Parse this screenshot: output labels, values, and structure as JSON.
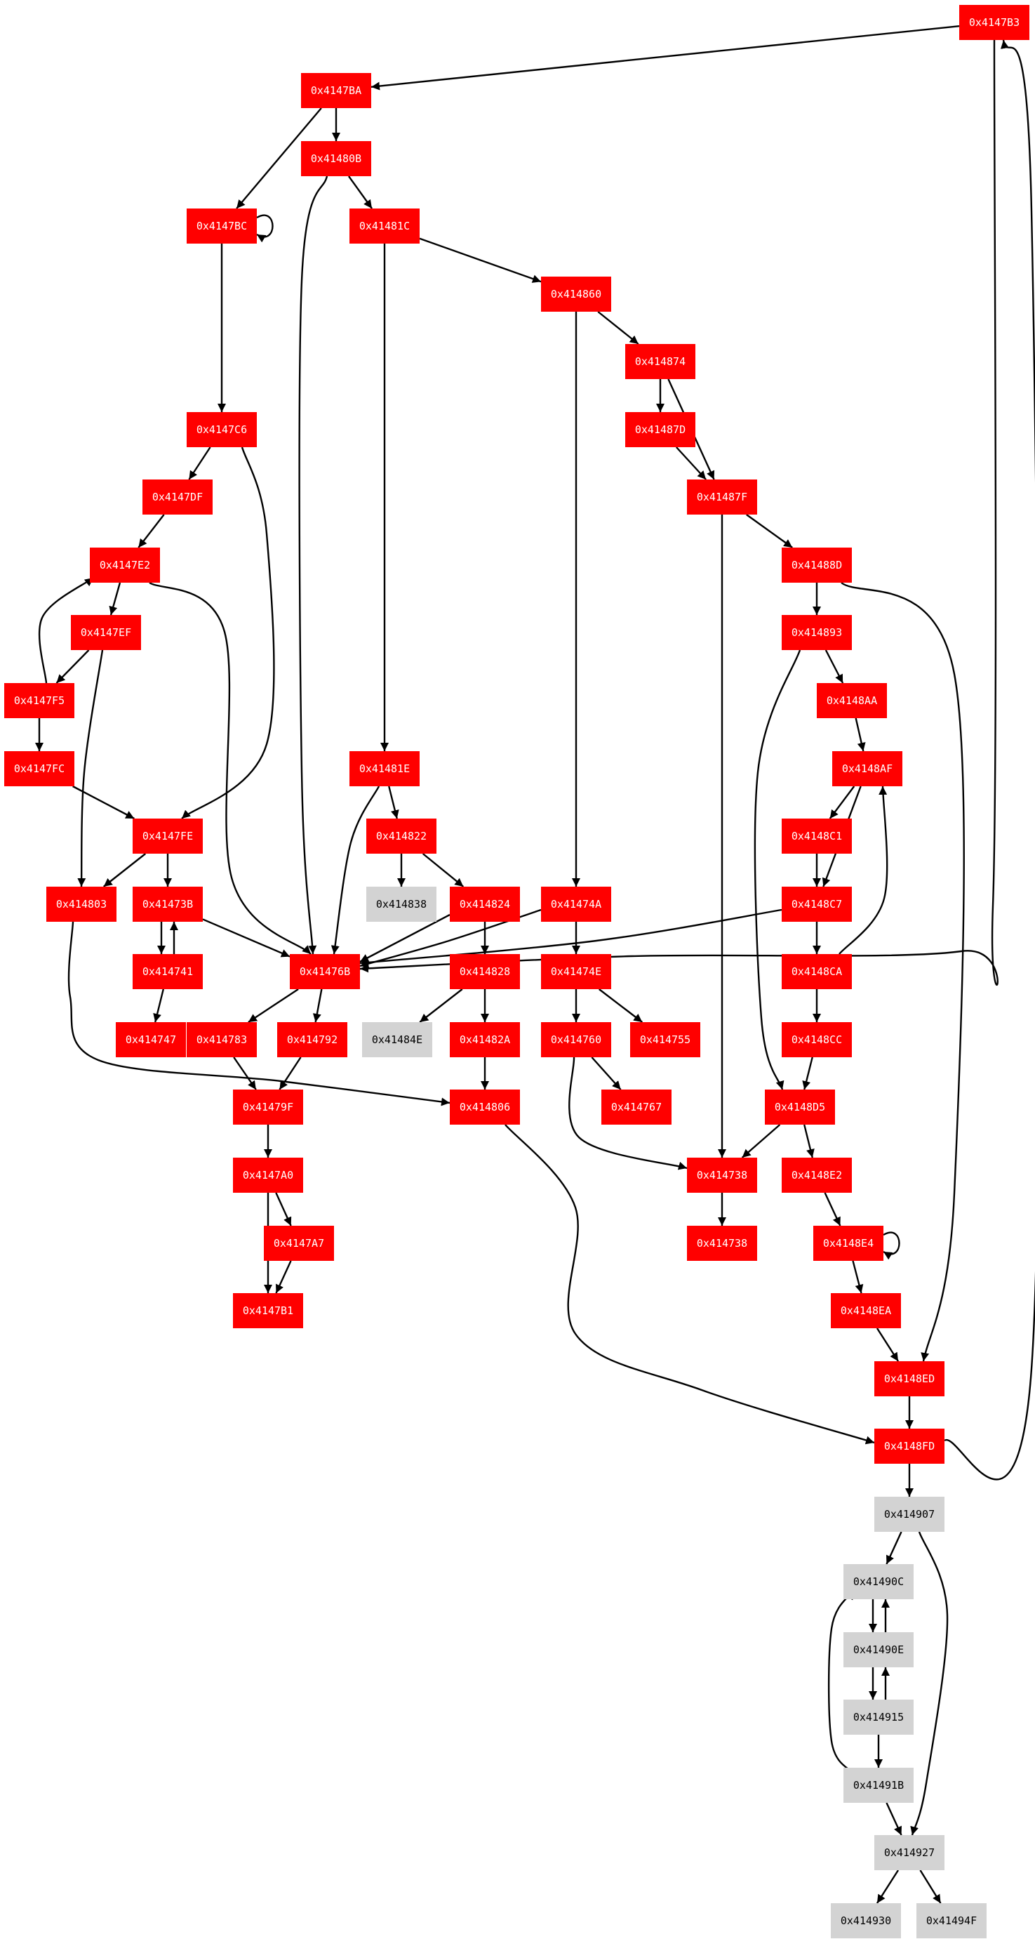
{
  "graph": {
    "nodes": [
      {
        "id": "0x4147B3",
        "label": "0x4147B3",
        "kind": "red"
      },
      {
        "id": "0x4147BA",
        "label": "0x4147BA",
        "kind": "red"
      },
      {
        "id": "0x41480B",
        "label": "0x41480B",
        "kind": "red"
      },
      {
        "id": "0x4147BC",
        "label": "0x4147BC",
        "kind": "red"
      },
      {
        "id": "0x41481C",
        "label": "0x41481C",
        "kind": "red"
      },
      {
        "id": "0x414860",
        "label": "0x414860",
        "kind": "red"
      },
      {
        "id": "0x414874",
        "label": "0x414874",
        "kind": "red"
      },
      {
        "id": "0x4147C6",
        "label": "0x4147C6",
        "kind": "red"
      },
      {
        "id": "0x41487D",
        "label": "0x41487D",
        "kind": "red"
      },
      {
        "id": "0x4147DF",
        "label": "0x4147DF",
        "kind": "red"
      },
      {
        "id": "0x41487F",
        "label": "0x41487F",
        "kind": "red"
      },
      {
        "id": "0x4147E2",
        "label": "0x4147E2",
        "kind": "red"
      },
      {
        "id": "0x41488D",
        "label": "0x41488D",
        "kind": "red"
      },
      {
        "id": "0x4147EF",
        "label": "0x4147EF",
        "kind": "red"
      },
      {
        "id": "0x414893",
        "label": "0x414893",
        "kind": "red"
      },
      {
        "id": "0x4147F5",
        "label": "0x4147F5",
        "kind": "red"
      },
      {
        "id": "0x4148AA",
        "label": "0x4148AA",
        "kind": "red"
      },
      {
        "id": "0x4147FC",
        "label": "0x4147FC",
        "kind": "red"
      },
      {
        "id": "0x41481E",
        "label": "0x41481E",
        "kind": "red"
      },
      {
        "id": "0x4148AF",
        "label": "0x4148AF",
        "kind": "red"
      },
      {
        "id": "0x4147FE",
        "label": "0x4147FE",
        "kind": "red"
      },
      {
        "id": "0x414822",
        "label": "0x414822",
        "kind": "red"
      },
      {
        "id": "0x4148C1",
        "label": "0x4148C1",
        "kind": "red"
      },
      {
        "id": "0x414803",
        "label": "0x414803",
        "kind": "red"
      },
      {
        "id": "0x41473B",
        "label": "0x41473B",
        "kind": "red"
      },
      {
        "id": "0x414838",
        "label": "0x414838",
        "kind": "gray"
      },
      {
        "id": "0x414824",
        "label": "0x414824",
        "kind": "red"
      },
      {
        "id": "0x41474A",
        "label": "0x41474A",
        "kind": "red"
      },
      {
        "id": "0x4148C7",
        "label": "0x4148C7",
        "kind": "red"
      },
      {
        "id": "0x414741",
        "label": "0x414741",
        "kind": "red"
      },
      {
        "id": "0x41476B",
        "label": "0x41476B",
        "kind": "red"
      },
      {
        "id": "0x414828",
        "label": "0x414828",
        "kind": "red"
      },
      {
        "id": "0x41474E",
        "label": "0x41474E",
        "kind": "red"
      },
      {
        "id": "0x4148CA",
        "label": "0x4148CA",
        "kind": "red"
      },
      {
        "id": "0x414747",
        "label": "0x414747",
        "kind": "red"
      },
      {
        "id": "0x414783",
        "label": "0x414783",
        "kind": "red"
      },
      {
        "id": "0x414792",
        "label": "0x414792",
        "kind": "red"
      },
      {
        "id": "0x41484E",
        "label": "0x41484E",
        "kind": "gray"
      },
      {
        "id": "0x41482A",
        "label": "0x41482A",
        "kind": "red"
      },
      {
        "id": "0x414760",
        "label": "0x414760",
        "kind": "red"
      },
      {
        "id": "0x414755",
        "label": "0x414755",
        "kind": "red"
      },
      {
        "id": "0x4148CC",
        "label": "0x4148CC",
        "kind": "red"
      },
      {
        "id": "0x41479F",
        "label": "0x41479F",
        "kind": "red"
      },
      {
        "id": "0x414806",
        "label": "0x414806",
        "kind": "red"
      },
      {
        "id": "0x414767",
        "label": "0x414767",
        "kind": "red"
      },
      {
        "id": "0x4148D5",
        "label": "0x4148D5",
        "kind": "red"
      },
      {
        "id": "0x4147A0",
        "label": "0x4147A0",
        "kind": "red"
      },
      {
        "id": "0x414738",
        "label": "0x414738",
        "kind": "red"
      },
      {
        "id": "0x4148E2",
        "label": "0x4148E2",
        "kind": "red"
      },
      {
        "id": "0x4147A7",
        "label": "0x4147A7",
        "kind": "red"
      },
      {
        "id": "0x414738b",
        "label": "0x414738",
        "kind": "red"
      },
      {
        "id": "0x4148E4",
        "label": "0x4148E4",
        "kind": "red"
      },
      {
        "id": "0x4147B1",
        "label": "0x4147B1",
        "kind": "red"
      },
      {
        "id": "0x4148EA",
        "label": "0x4148EA",
        "kind": "red"
      },
      {
        "id": "0x4148ED",
        "label": "0x4148ED",
        "kind": "red"
      },
      {
        "id": "0x4148FD",
        "label": "0x4148FD",
        "kind": "red"
      },
      {
        "id": "0x414907",
        "label": "0x414907",
        "kind": "gray"
      },
      {
        "id": "0x41490C",
        "label": "0x41490C",
        "kind": "gray"
      },
      {
        "id": "0x41490E",
        "label": "0x41490E",
        "kind": "gray"
      },
      {
        "id": "0x414915",
        "label": "0x414915",
        "kind": "gray"
      },
      {
        "id": "0x41491B",
        "label": "0x41491B",
        "kind": "gray"
      },
      {
        "id": "0x414927",
        "label": "0x414927",
        "kind": "gray"
      },
      {
        "id": "0x414930",
        "label": "0x414930",
        "kind": "gray"
      },
      {
        "id": "0x41494F",
        "label": "0x41494F",
        "kind": "gray"
      }
    ],
    "edges": [
      {
        "from": "0x4147B3",
        "to": "0x4147BA"
      },
      {
        "from": "0x4147B3",
        "to": "0x41476B"
      },
      {
        "from": "0x4147BA",
        "to": "0x41480B"
      },
      {
        "from": "0x4147BA",
        "to": "0x4147BC"
      },
      {
        "from": "0x4147BC",
        "to": "0x4147BC"
      },
      {
        "from": "0x4147BC",
        "to": "0x4147C6"
      },
      {
        "from": "0x41480B",
        "to": "0x41481C"
      },
      {
        "from": "0x41480B",
        "to": "0x41476B"
      },
      {
        "from": "0x41481C",
        "to": "0x414860"
      },
      {
        "from": "0x41481C",
        "to": "0x41481E"
      },
      {
        "from": "0x414860",
        "to": "0x414874"
      },
      {
        "from": "0x414860",
        "to": "0x41474A"
      },
      {
        "from": "0x414874",
        "to": "0x41487D"
      },
      {
        "from": "0x414874",
        "to": "0x41487F"
      },
      {
        "from": "0x41487D",
        "to": "0x41487F"
      },
      {
        "from": "0x41487F",
        "to": "0x41488D"
      },
      {
        "from": "0x41487F",
        "to": "0x414738"
      },
      {
        "from": "0x4147C6",
        "to": "0x4147DF"
      },
      {
        "from": "0x4147C6",
        "to": "0x4147FE"
      },
      {
        "from": "0x4147DF",
        "to": "0x4147E2"
      },
      {
        "from": "0x4147E2",
        "to": "0x4147EF"
      },
      {
        "from": "0x4147E2",
        "to": "0x41476B"
      },
      {
        "from": "0x4147EF",
        "to": "0x4147F5"
      },
      {
        "from": "0x4147EF",
        "to": "0x414803"
      },
      {
        "from": "0x4147F5",
        "to": "0x4147E2"
      },
      {
        "from": "0x4147F5",
        "to": "0x4147FC"
      },
      {
        "from": "0x4147FC",
        "to": "0x4147FE"
      },
      {
        "from": "0x4147FE",
        "to": "0x414803"
      },
      {
        "from": "0x4147FE",
        "to": "0x41473B"
      },
      {
        "from": "0x414803",
        "to": "0x414806"
      },
      {
        "from": "0x41473B",
        "to": "0x414741"
      },
      {
        "from": "0x41473B",
        "to": "0x41476B"
      },
      {
        "from": "0x414741",
        "to": "0x41473B"
      },
      {
        "from": "0x414741",
        "to": "0x414747"
      },
      {
        "from": "0x41481E",
        "to": "0x414822"
      },
      {
        "from": "0x41481E",
        "to": "0x41476B"
      },
      {
        "from": "0x414822",
        "to": "0x414838"
      },
      {
        "from": "0x414822",
        "to": "0x414824"
      },
      {
        "from": "0x414824",
        "to": "0x41476B"
      },
      {
        "from": "0x414824",
        "to": "0x414828"
      },
      {
        "from": "0x414828",
        "to": "0x41484E"
      },
      {
        "from": "0x414828",
        "to": "0x41482A"
      },
      {
        "from": "0x41482A",
        "to": "0x414806"
      },
      {
        "from": "0x41474A",
        "to": "0x41476B"
      },
      {
        "from": "0x41474A",
        "to": "0x41474E"
      },
      {
        "from": "0x41474E",
        "to": "0x414760"
      },
      {
        "from": "0x41474E",
        "to": "0x414755"
      },
      {
        "from": "0x414760",
        "to": "0x414767"
      },
      {
        "from": "0x414760",
        "to": "0x414738"
      },
      {
        "from": "0x41476B",
        "to": "0x414783"
      },
      {
        "from": "0x41476B",
        "to": "0x414792"
      },
      {
        "from": "0x414783",
        "to": "0x41479F"
      },
      {
        "from": "0x414792",
        "to": "0x41479F"
      },
      {
        "from": "0x41479F",
        "to": "0x4147A0"
      },
      {
        "from": "0x4147A0",
        "to": "0x4147A7"
      },
      {
        "from": "0x4147A0",
        "to": "0x4147B1"
      },
      {
        "from": "0x4147A7",
        "to": "0x4147B1"
      },
      {
        "from": "0x414806",
        "to": "0x4148FD"
      },
      {
        "from": "0x41488D",
        "to": "0x414893"
      },
      {
        "from": "0x41488D",
        "to": "0x4148ED"
      },
      {
        "from": "0x414893",
        "to": "0x4148AA"
      },
      {
        "from": "0x414893",
        "to": "0x4148D5"
      },
      {
        "from": "0x4148AA",
        "to": "0x4148AF"
      },
      {
        "from": "0x4148AF",
        "to": "0x4148C1"
      },
      {
        "from": "0x4148AF",
        "to": "0x4148C7"
      },
      {
        "from": "0x4148C1",
        "to": "0x4148C7"
      },
      {
        "from": "0x4148C7",
        "to": "0x41476B"
      },
      {
        "from": "0x4148C7",
        "to": "0x4148CA"
      },
      {
        "from": "0x4148CA",
        "to": "0x4148AF"
      },
      {
        "from": "0x4148CA",
        "to": "0x4148CC"
      },
      {
        "from": "0x4148CC",
        "to": "0x4148D5"
      },
      {
        "from": "0x4148D5",
        "to": "0x414738"
      },
      {
        "from": "0x4148D5",
        "to": "0x4148E2"
      },
      {
        "from": "0x414738",
        "to": "0x414738b"
      },
      {
        "from": "0x4148E2",
        "to": "0x4148E4"
      },
      {
        "from": "0x4148E4",
        "to": "0x4148E4"
      },
      {
        "from": "0x4148E4",
        "to": "0x4148EA"
      },
      {
        "from": "0x4148EA",
        "to": "0x4148ED"
      },
      {
        "from": "0x4148ED",
        "to": "0x4148FD"
      },
      {
        "from": "0x4148FD",
        "to": "0x414907"
      },
      {
        "from": "0x4148FD",
        "to": "0x4147B3"
      },
      {
        "from": "0x414907",
        "to": "0x41490C"
      },
      {
        "from": "0x414907",
        "to": "0x414927"
      },
      {
        "from": "0x41490C",
        "to": "0x41490E"
      },
      {
        "from": "0x41490E",
        "to": "0x41490C"
      },
      {
        "from": "0x41490E",
        "to": "0x414915"
      },
      {
        "from": "0x414915",
        "to": "0x41490E"
      },
      {
        "from": "0x414915",
        "to": "0x41491B"
      },
      {
        "from": "0x41491B",
        "to": "0x41490C"
      },
      {
        "from": "0x41491B",
        "to": "0x414927"
      },
      {
        "from": "0x414927",
        "to": "0x414930"
      },
      {
        "from": "0x414927",
        "to": "0x41494F"
      }
    ]
  }
}
